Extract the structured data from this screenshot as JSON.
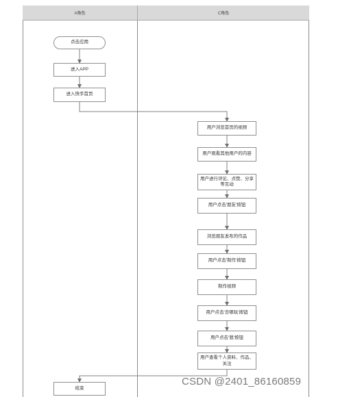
{
  "lanes": {
    "a_title": "A角色",
    "c_title": "C角色"
  },
  "nodes": {
    "start": "点击应用",
    "enter_app": "进入APP",
    "enter_home": "进入快手首页",
    "browse_recommended": "用户浏览首页的视频",
    "watch_other": "用户观看其他用户的内容",
    "interact": "用户进行评论、点赞、分享等互动",
    "click_friends": "用户点击'朋友'按钮",
    "browse_friend_works": "浏览朋友发布的作品",
    "click_make": "用户点击'制作'按钮",
    "make_video": "制作视频",
    "click_go": "用户点击'去哪玩'按钮",
    "click_me": "用户点击'我'按钮",
    "view_profile": "用户查看个人资料、作品、关注",
    "end": "结束"
  },
  "watermark": "CSDN @2401_86160859"
}
